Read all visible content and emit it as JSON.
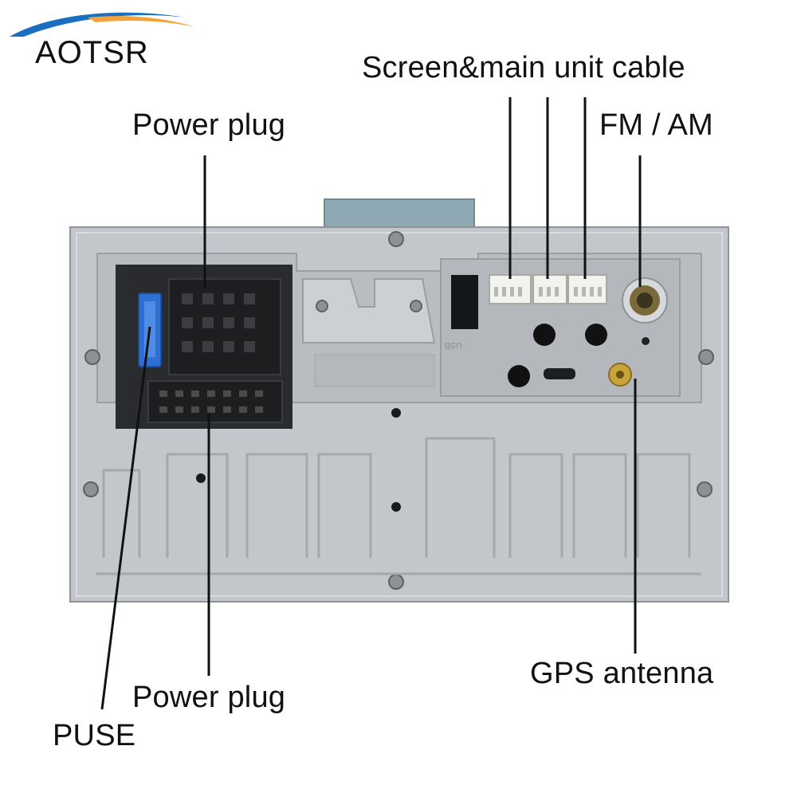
{
  "brand": {
    "name": "AOTSR",
    "swoosh_colors": [
      "#1a6fc1",
      "#f2a33a"
    ]
  },
  "labels": {
    "power_plug_top": "Power plug",
    "screen_cable": "Screen&main unit cable",
    "fm_am": "FM / AM",
    "gps_antenna": "GPS antenna",
    "power_plug_bottom": "Power plug",
    "fuse": "PUSE"
  },
  "unit": {
    "usb_label": "USB",
    "panel_color": "#c3c7cb",
    "recess_color": "#b4b8bc",
    "connector_color": "#1d1e20",
    "fuse_color": "#2e6fd1",
    "tab_color": "#8fa9b4",
    "socket_color": "#f2f2ee",
    "gps_connector_color": "#c9a43a"
  }
}
